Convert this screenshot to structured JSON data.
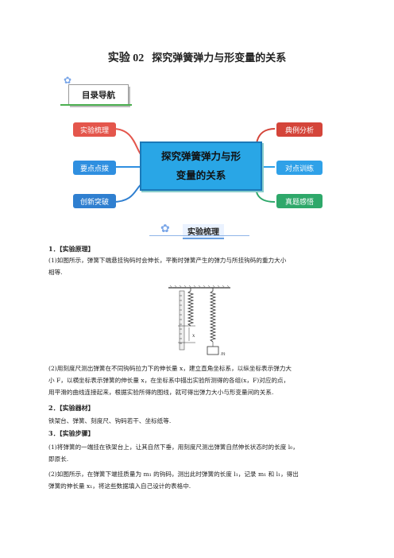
{
  "title": {
    "number": "实验 02",
    "text": "探究弹簧弹力与形变量的关系"
  },
  "nav": {
    "label": "目录导航"
  },
  "mindmap": {
    "center": "探究弹簧弹力与形变量的关系",
    "center_line1": "探究弹簧弹力与形",
    "center_line2": "变量的关系",
    "left": [
      "实验梳理",
      "要点点拨",
      "创新突破"
    ],
    "right": [
      "典例分析",
      "对点训练",
      "真题感悟"
    ],
    "colors": {
      "left1": "#e4564c",
      "left2": "#2f8fe0",
      "left3": "#2f7fd0",
      "right1": "#d4453a",
      "right2": "#2fa1e8",
      "right3": "#2ea86a"
    }
  },
  "section": {
    "label": "实验梳理"
  },
  "items": [
    {
      "heading": "1．【实验原理】"
    },
    {
      "heading": "2．【实验器材】"
    },
    {
      "heading": "3．【实验步骤】"
    }
  ],
  "text": {
    "p1a": "(1)如图所示，弹簧下端悬挂钩码时会伸长，平衡时弹簧产生的弹力与所挂钩码的重力大小",
    "p1b": "相等.",
    "p2a": "(2)用刻度尺测出弹簧在不同钩码拉力下的伸长量 x，建立直角坐标系，以纵坐标表示弹力大",
    "p2b": "小 F，以横坐标表示弹簧的伸长量 x，在坐标系中描出实验所测得的各组(x，F)对应的点，",
    "p2c": "用平滑的曲线连接起来，根据实验所得的图线，就可得出弹力大小与形变量间的关系.",
    "m1": "铁架台、弹簧、刻度尺、钩码若干、坐标纸等.",
    "s1a": "(1)将弹簧的一端挂在铁架台上，让其自然下垂，用刻度尺测出弹簧自然伸长状态时的长度 l₀，",
    "s1b": "即原长.",
    "s2a": "(2)如图所示，在弹簧下端挂质量为 m₁ 的钩码，测出此时弹簧的长度 l₁，记录 m₁ 和 l₁，得出",
    "s2b": "弹簧的伸长量 x₁，将这些数据填入自己设计的表格中."
  },
  "figure": {
    "label_x": "x",
    "label_m": "m"
  }
}
